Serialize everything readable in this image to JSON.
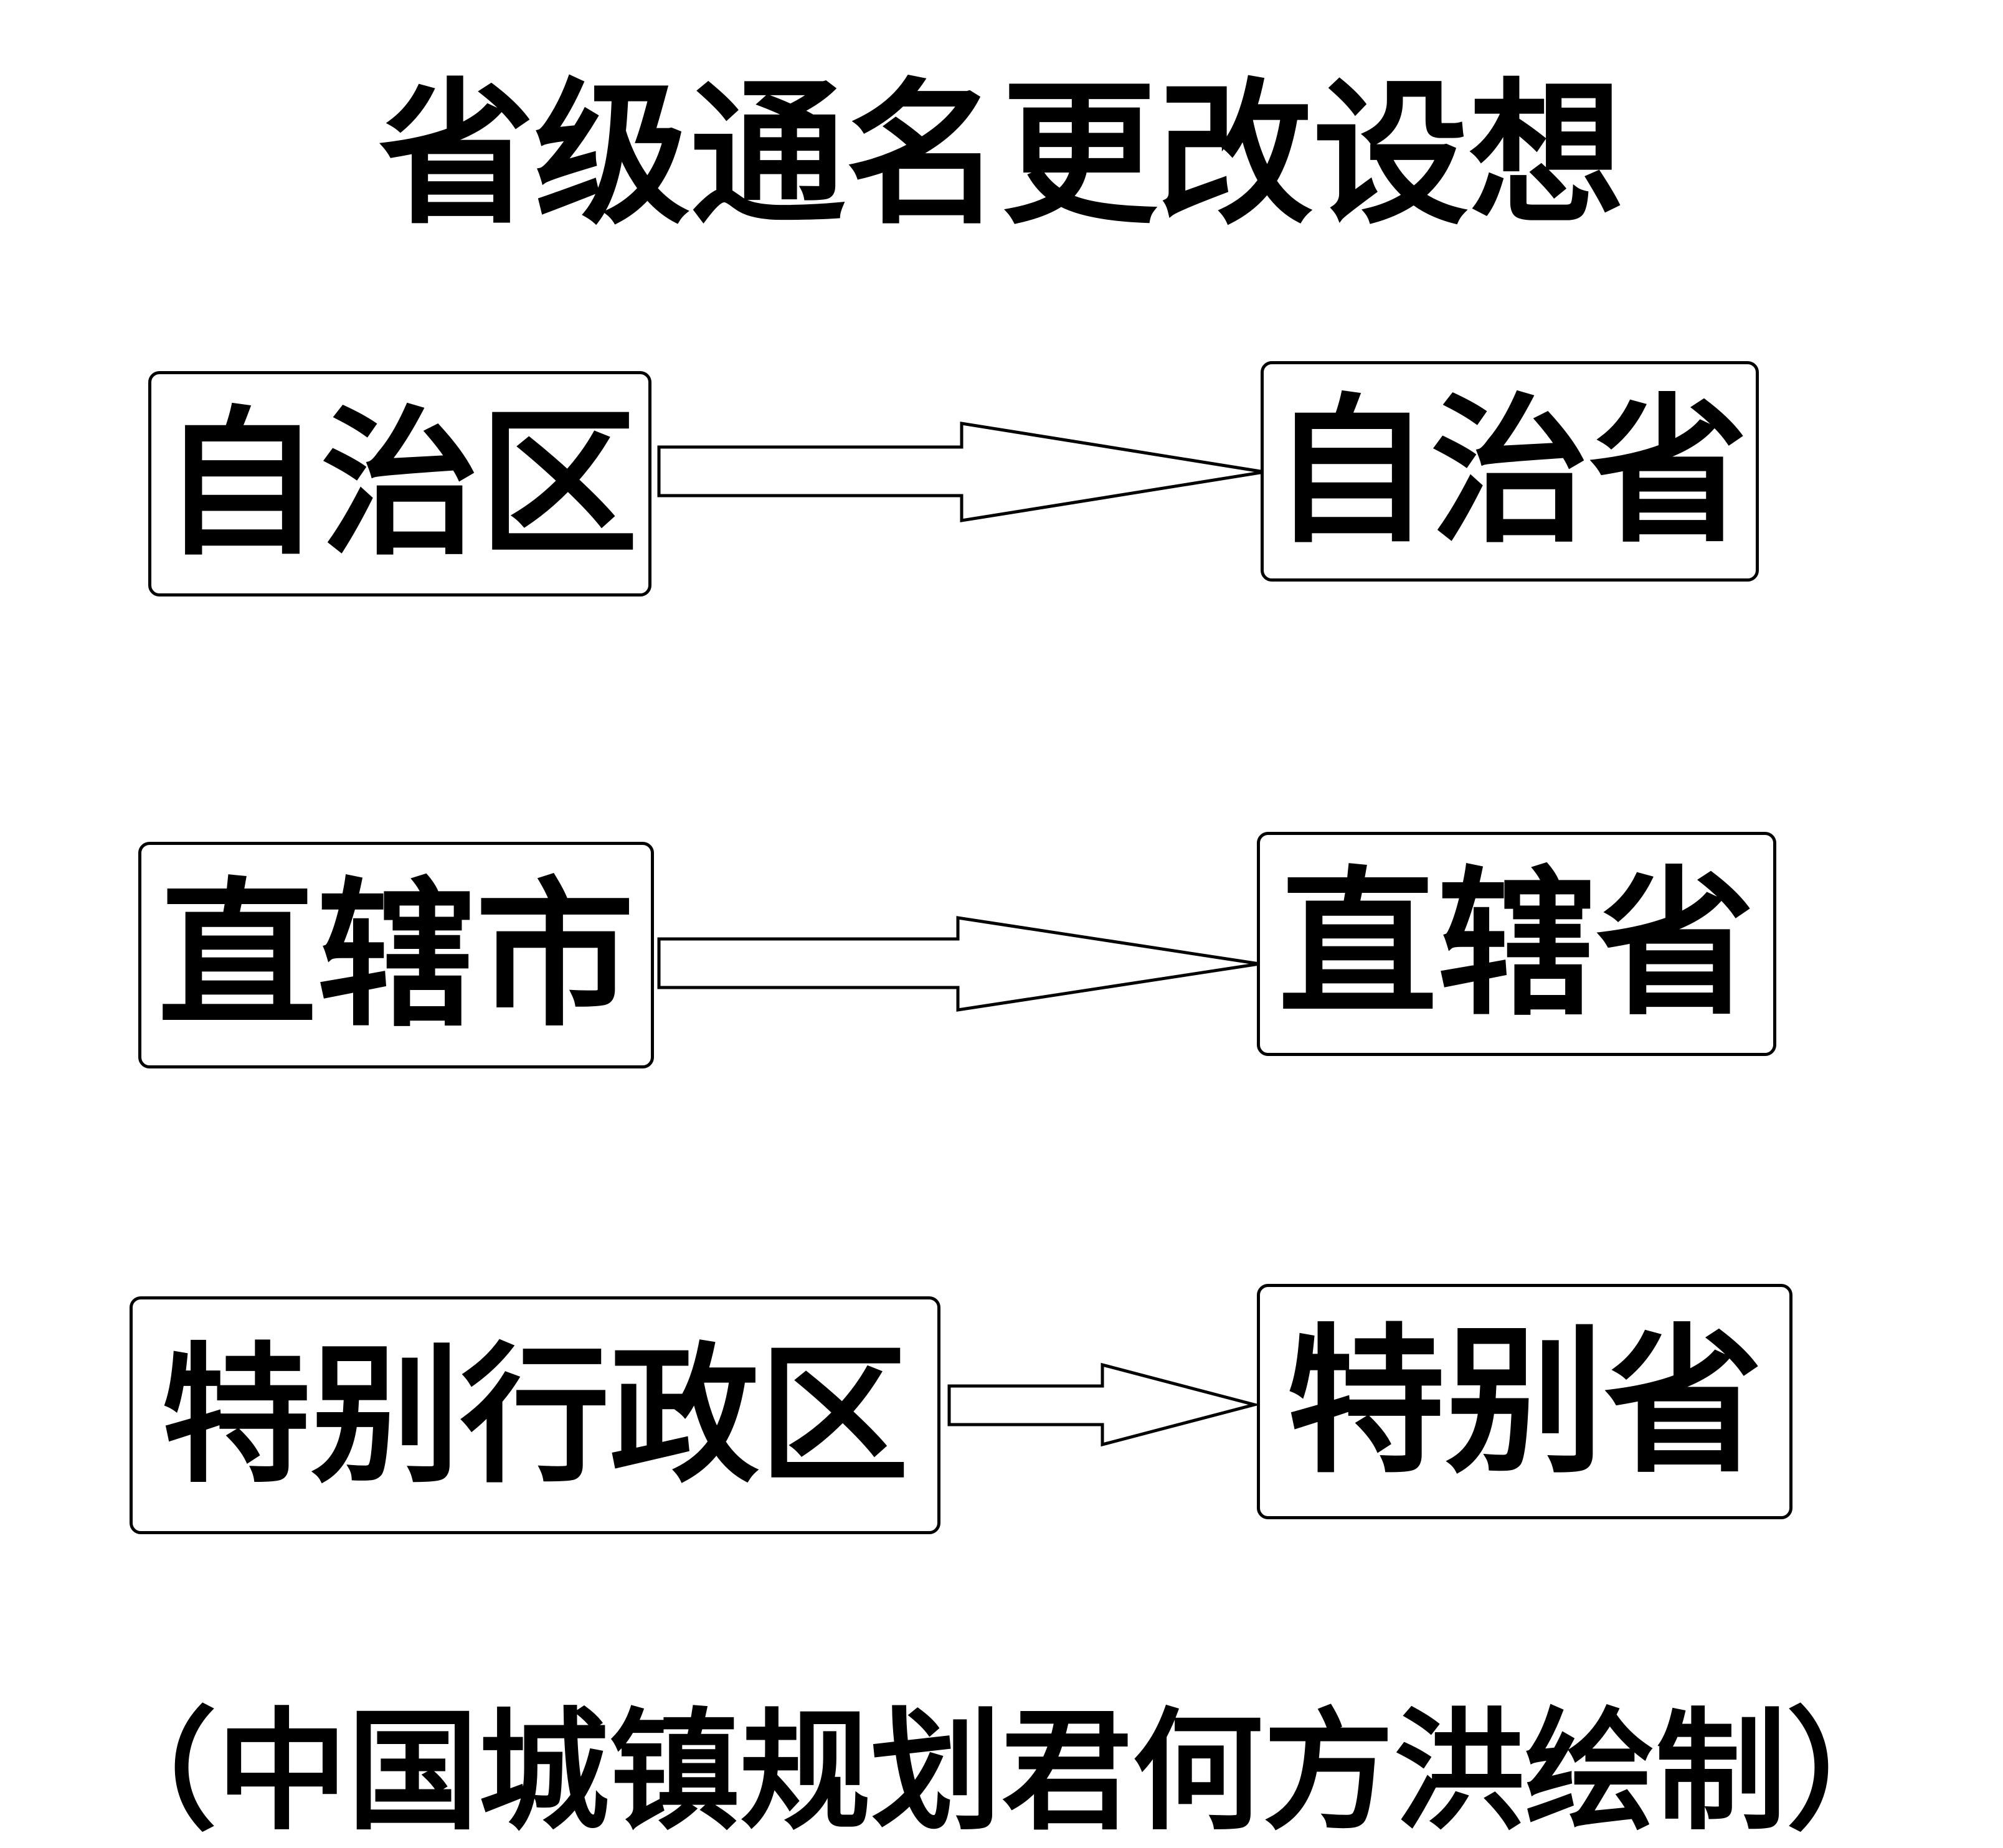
{
  "title": "省级通名更改设想",
  "rows": [
    {
      "from": "自治区",
      "to": "自治省"
    },
    {
      "from": "直辖市",
      "to": "直辖省"
    },
    {
      "from": "特别行政区",
      "to": "特别省"
    }
  ],
  "footer": "（中国城镇规划君何方洪绘制）"
}
